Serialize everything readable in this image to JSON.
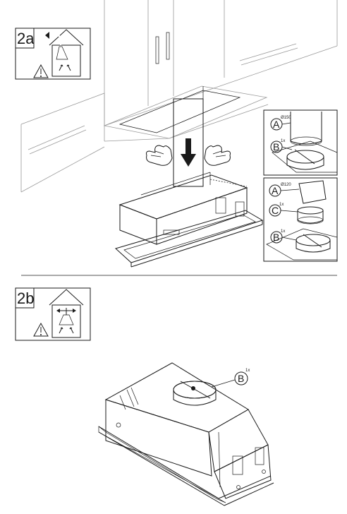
{
  "step_a": {
    "label": "2a",
    "warning_icon": "warning-triangle-icon",
    "house_icon": "house-duct-icon"
  },
  "detail_150": {
    "diameter_text": "Ø150",
    "callout_a": "A",
    "callout_b": "B",
    "qty_b": "1x"
  },
  "detail_120": {
    "diameter_text": "Ø120",
    "callout_a": "A",
    "callout_c": "C",
    "qty_c": "1x",
    "callout_b": "B",
    "qty_b": "1x"
  },
  "step_b": {
    "label": "2b",
    "warning_icon": "warning-triangle-icon",
    "house_icon": "house-recirculation-icon",
    "callout_b": "B",
    "qty_b": "1x"
  }
}
